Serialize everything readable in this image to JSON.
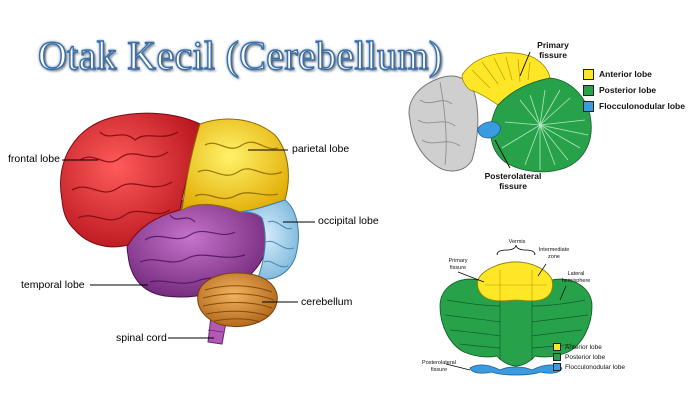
{
  "title": "Otak Kecil (Cerebellum)",
  "brain_labels": {
    "frontal": "frontal lobe",
    "parietal": "parietal lobe",
    "occipital": "occipital lobe",
    "temporal": "temporal lobe",
    "cerebellum": "cerebellum",
    "spinal": "spinal cord"
  },
  "top_panel": {
    "primary_fissure_1": "Primary",
    "primary_fissure_2": "fissure",
    "posterolateral_1": "Posterolateral",
    "posterolateral_2": "fissure",
    "legend": [
      {
        "label": "Anterior lobe",
        "color": "#ffe626"
      },
      {
        "label": "Posterior lobe",
        "color": "#27a24a"
      },
      {
        "label": "Flocculonodular lobe",
        "color": "#3b9be0"
      }
    ]
  },
  "bottom_panel": {
    "vermis": "Vermis",
    "primary_fissure_1": "Primary",
    "primary_fissure_2": "fissure",
    "intermediate_1": "Intermediate",
    "intermediate_2": "zone",
    "lateral_1": "Lateral",
    "lateral_2": "hemisphere",
    "posterolateral_1": "Posterolateral",
    "posterolateral_2": "fissure",
    "legend": [
      {
        "label": "Anterior lobe",
        "color": "#ffe626"
      },
      {
        "label": "Posterior lobe",
        "color": "#27a24a"
      },
      {
        "label": "Flocculonodular lobe",
        "color": "#3b9be0"
      }
    ]
  },
  "colors": {
    "frontal": "#e3242b",
    "parietal": "#ffd21a",
    "occipital": "#a8d4ef",
    "temporal": "#9a3fa0",
    "cerebellum": "#d98a2b",
    "stem": "#b05ab5",
    "title_stroke": "#3a6ea5"
  }
}
